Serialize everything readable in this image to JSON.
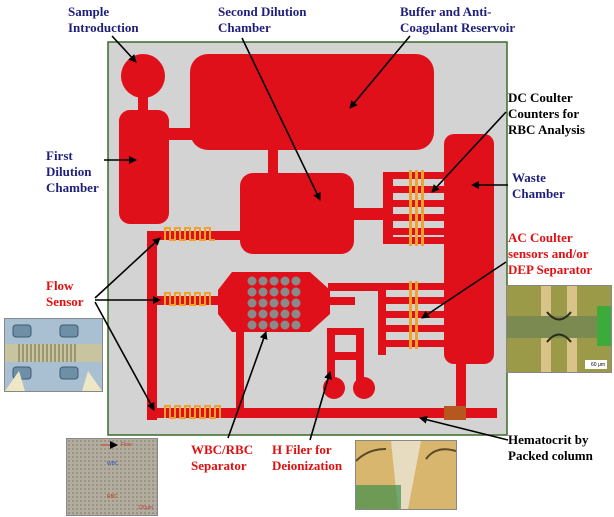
{
  "diagram": {
    "colors": {
      "chip_background": "#d3d3d3",
      "chip_border": "#3a6b2a",
      "channel": "#e0101a",
      "electrode": "#f2a22a",
      "pillar": "#8a8a8a",
      "packed_column": "#b5571e",
      "label_navy": "#1f1f7a",
      "label_red": "#e01010",
      "label_black": "#000000"
    },
    "labels": {
      "sample_introduction": "Sample\nIntroduction",
      "second_dilution": "Second Dilution\nChamber",
      "buffer_reservoir": "Buffer and Anti-\nCoagulant Reservoir",
      "first_dilution": "First\nDilution\nChamber",
      "dc_coulter": "DC Coulter\nCounters for\nRBC Analysis",
      "waste_chamber": "Waste\nChamber",
      "ac_coulter": "AC Coulter\nsensors and/or\nDEP Separator",
      "flow_sensor": "Flow\nSensor",
      "wbc_rbc_separator": "WBC/RBC\nSeparator",
      "h_filter": "H Filer for\nDeionization",
      "hematocrit": "Hematocrit by\nPacked column"
    },
    "photo_texts": {
      "scale_bar": "60 μm",
      "flow": "Flow",
      "wbc": "WBC",
      "rbc": "RBC",
      "scale_small": "120μm"
    }
  }
}
